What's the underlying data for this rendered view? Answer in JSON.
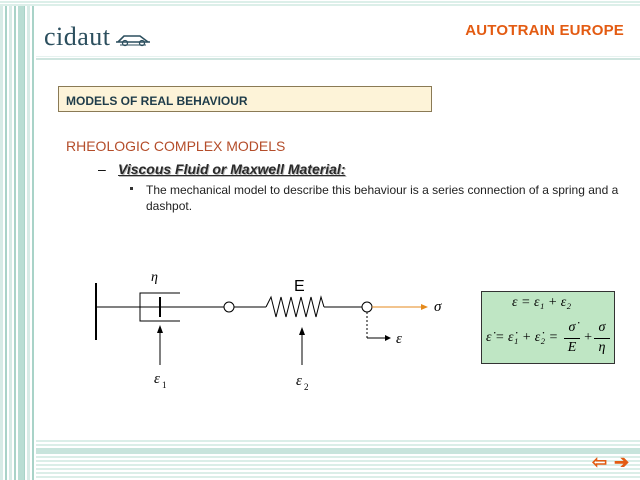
{
  "header": {
    "logo_text": "cidaut",
    "brand": "AUTOTRAIN EUROPE",
    "brand_color": "#e35b12"
  },
  "section": {
    "title": "MODELS OF REAL BEHAVIOUR"
  },
  "content": {
    "subtitle": "RHEOLOGIC COMPLEX MODELS",
    "dash": "–",
    "maxwell_label": "Viscous Fluid or Maxwell Material:",
    "bullet_text": "The mechanical model to describe this behaviour is a series connection of a spring and a dashpot."
  },
  "diagram": {
    "eta": "η",
    "spring_label": "E",
    "sigma": "σ",
    "epsilon": "ε",
    "eps1": "ε",
    "eps1_sub": "1",
    "eps2": "ε",
    "eps2_sub": "2"
  },
  "equations": {
    "line1": "ε = ε₁ + ε₂",
    "line2_left": "ε̇ = ε̇₁ + ε̇₂ =",
    "frac1_num": "σ̇",
    "frac1_den": "E",
    "plus": "+",
    "frac2_num": "σ",
    "frac2_den": "η"
  },
  "nav": {
    "prev_icon": "arrow-left-icon",
    "next_icon": "arrow-right-icon",
    "prev": "⇦",
    "next": "➔"
  }
}
